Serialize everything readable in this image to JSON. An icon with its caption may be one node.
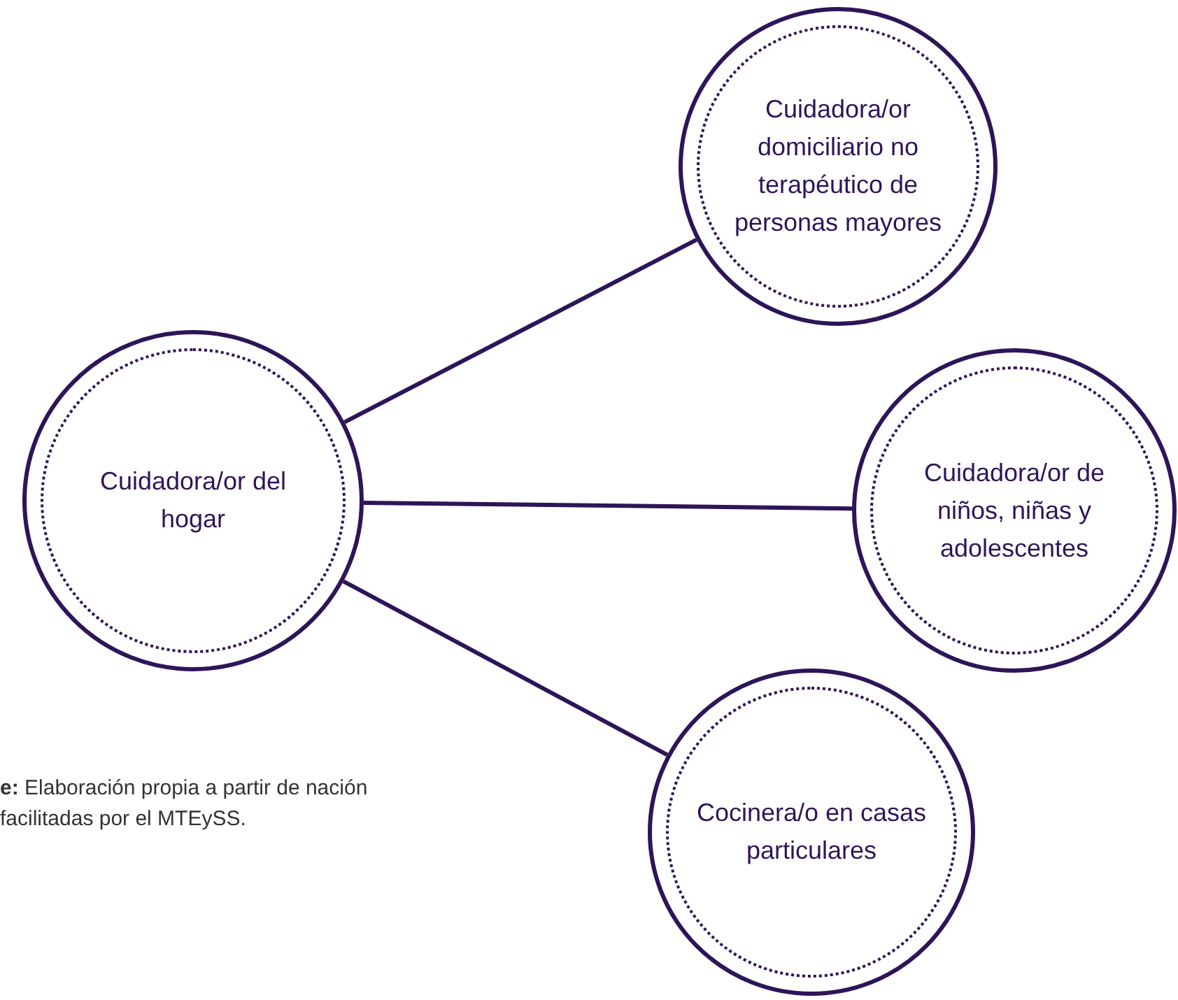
{
  "diagram": {
    "caption": "**e:** Elaboración propia a partir de nación facilitadas por el MTEySS.",
    "nodes": [
      {
        "text": [
          "Cuidadora/or del hogar"
        ]
      },
      {
        "text": [
          "Cuidadora/or domiciliario no terapéutico de personas mayores"
        ]
      },
      {
        "text": [
          "Cuidadora/or de niños, niñas y adolescentes"
        ]
      },
      {
        "text": [
          "Cocinera/o en casas particulares"
        ]
      }
    ],
    "edges": [
      {
        "from": 0,
        "to": 1,
        "arrow": "none"
      },
      {
        "from": 0,
        "to": 2,
        "arrow": "none"
      },
      {
        "from": 0,
        "to": 3,
        "arrow": "none"
      }
    ]
  }
}
